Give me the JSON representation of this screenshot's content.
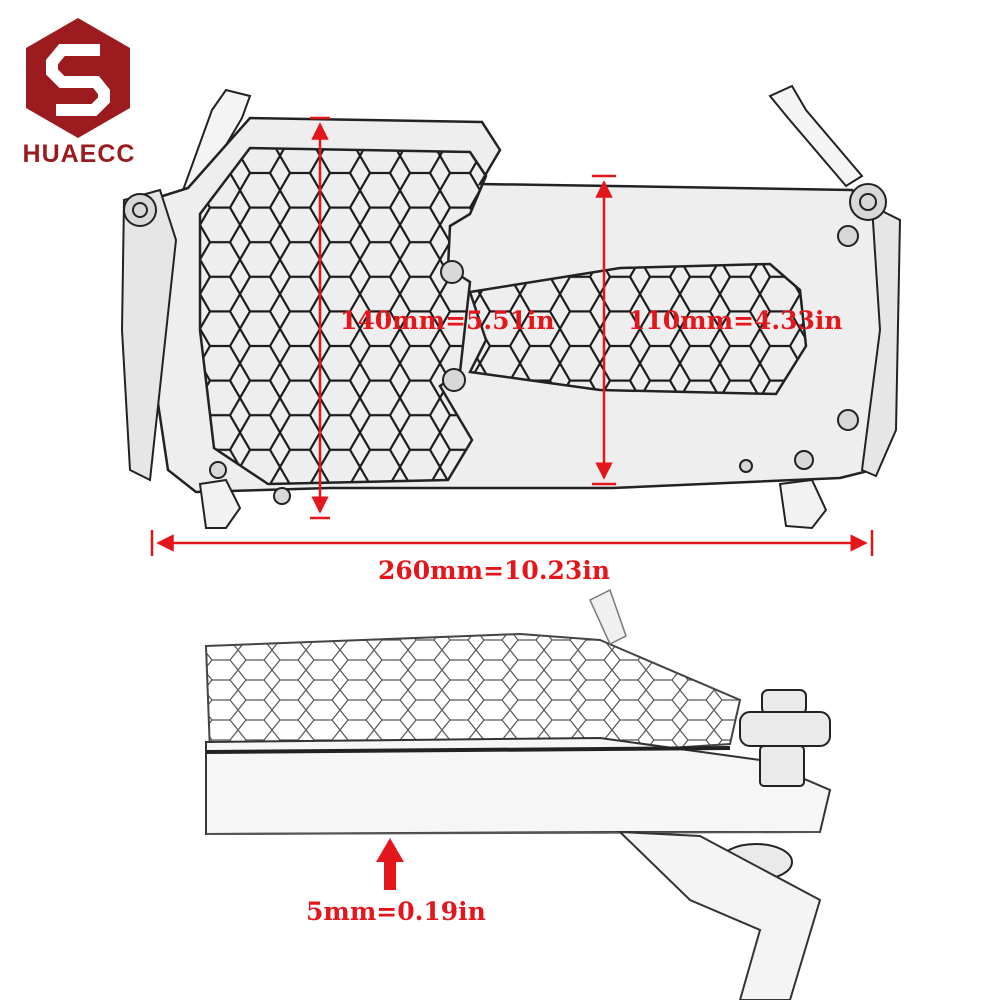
{
  "brand": {
    "name": "HUAECC",
    "color": "#9b1b1f"
  },
  "dimensions": {
    "height_left": "140mm=5.51in",
    "height_right": "110mm=4.33in",
    "width": "260mm=10.23in",
    "thickness": "5mm=0.19in"
  },
  "accent_color": "#e3161c"
}
